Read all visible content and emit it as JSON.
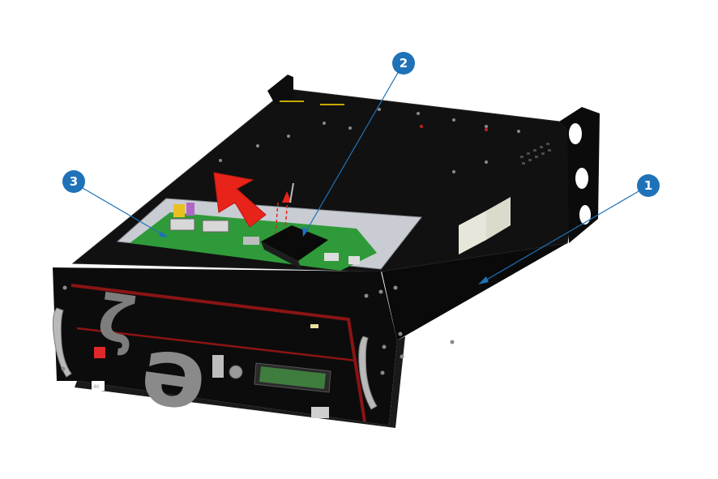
{
  "callouts": [
    {
      "label": "1",
      "color": "#1f72b8"
    },
    {
      "label": "2",
      "color": "#1f72b8"
    },
    {
      "label": "3",
      "color": "#1f72b8"
    }
  ],
  "colors": {
    "chassis": "#0d0d0d",
    "chassis_edge": "#2a2a2a",
    "front_trim": "#8b1414",
    "pcb": "#2f9a3a",
    "tray": "#c9ccd2",
    "arrow": "#e8231a",
    "handle": "#b9b9b9",
    "lcd": "#3f7d3f"
  },
  "icons": [
    "callout-badge",
    "removal-arrow",
    "rack-handle",
    "display-panel"
  ]
}
